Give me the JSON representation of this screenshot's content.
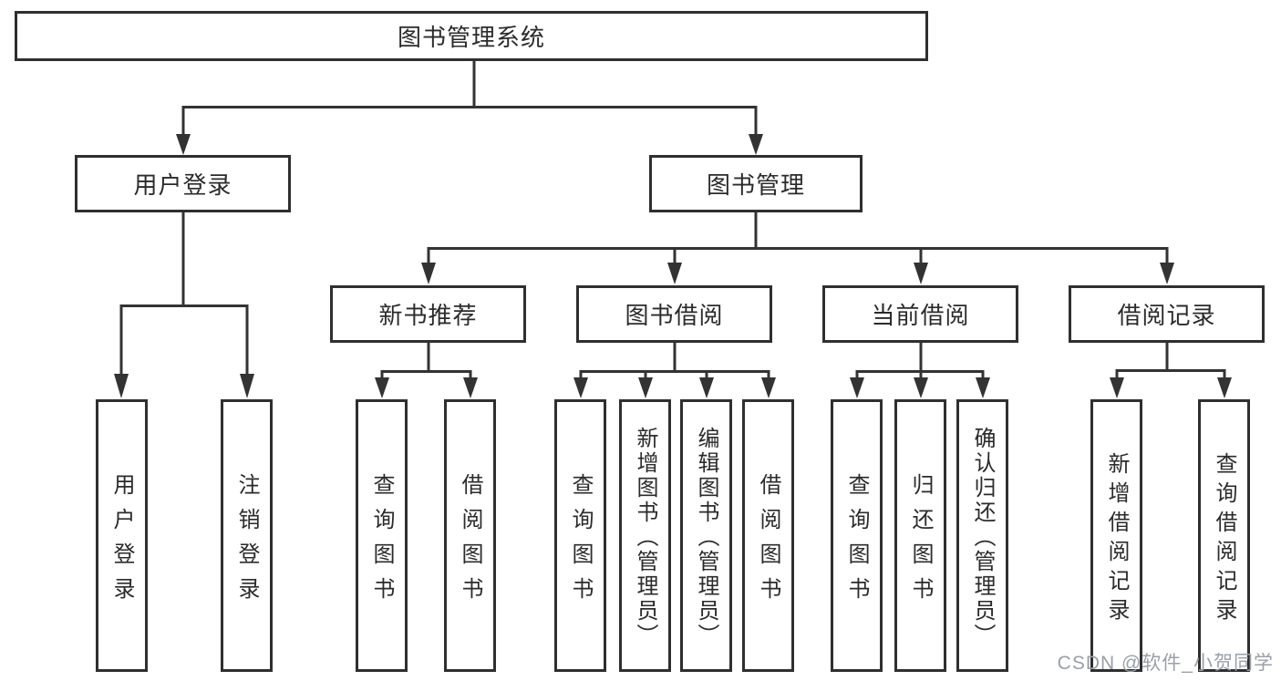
{
  "tree": {
    "label": "图书管理系统",
    "children": [
      {
        "label": "用户登录",
        "children": [
          {
            "label": "用户登录"
          },
          {
            "label": "注销登录"
          }
        ]
      },
      {
        "label": "图书管理",
        "children": [
          {
            "label": "新书推荐",
            "children": [
              {
                "label": "查询图书"
              },
              {
                "label": "借阅图书"
              }
            ]
          },
          {
            "label": "图书借阅",
            "children": [
              {
                "label": "查询图书"
              },
              {
                "label": "新增图书（管理员）"
              },
              {
                "label": "编辑图书（管理员）"
              },
              {
                "label": "借阅图书"
              }
            ]
          },
          {
            "label": "当前借阅",
            "children": [
              {
                "label": "查询图书"
              },
              {
                "label": "归还图书"
              },
              {
                "label": "确认归还（管理员）"
              }
            ]
          },
          {
            "label": "借阅记录",
            "children": [
              {
                "label": "新增借阅记录"
              },
              {
                "label": "查询借阅记录"
              }
            ]
          }
        ]
      }
    ]
  },
  "watermark": {
    "text": "CSDN @软件_小贺同学"
  },
  "colors": {
    "line": "#333333",
    "box_border": "#2f2f2f",
    "text": "#2b2b2b",
    "watermark": "#9aa0a8",
    "background": "#ffffff"
  }
}
